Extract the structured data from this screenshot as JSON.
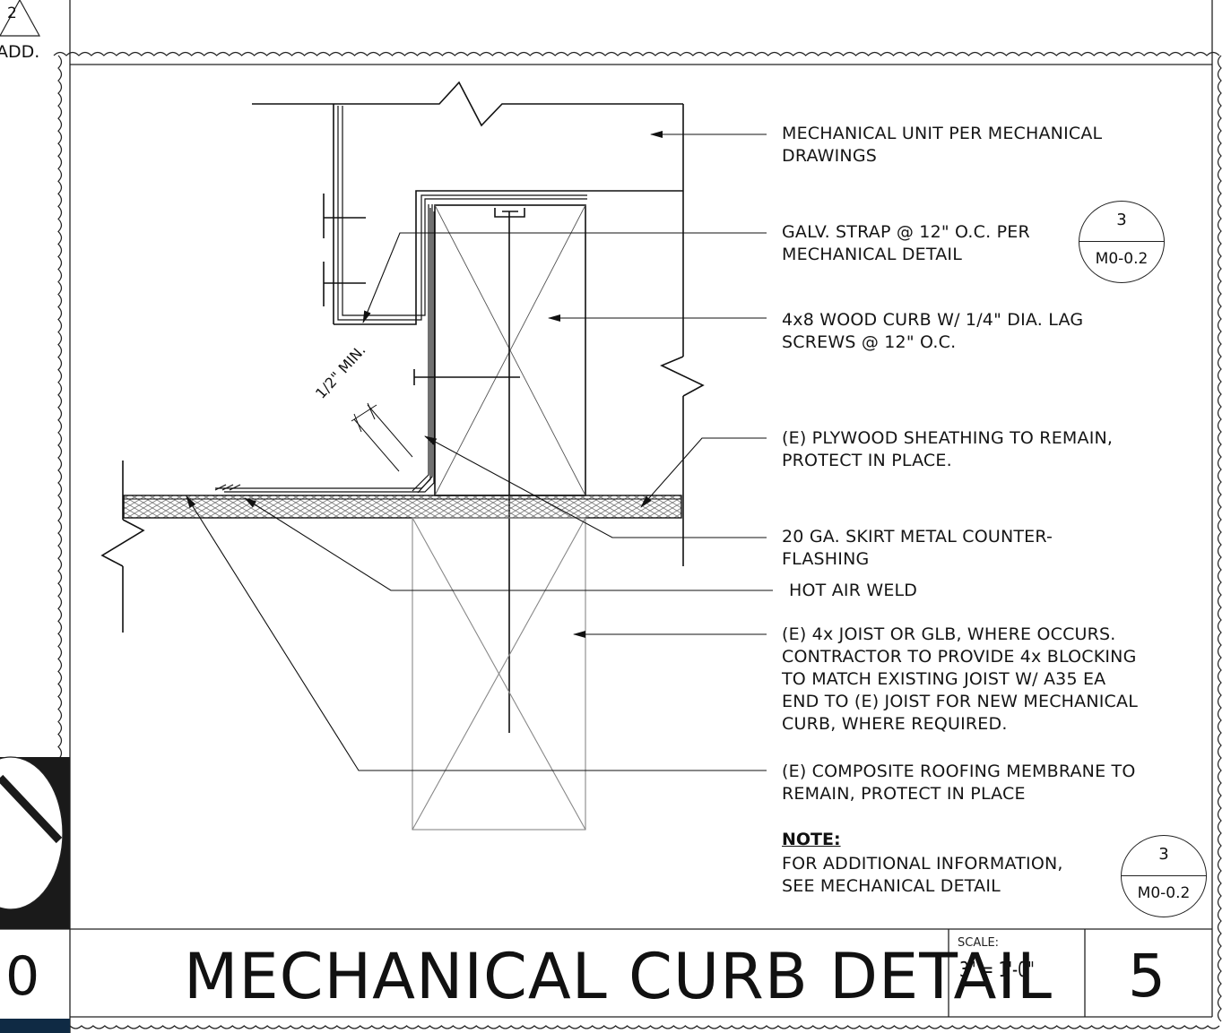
{
  "revision": {
    "number": "2",
    "label": "ADD."
  },
  "callouts": [
    {
      "id": "mech-unit",
      "text": "MECHANICAL UNIT PER MECHANICAL\nDRAWINGS"
    },
    {
      "id": "galv-strap",
      "text": "GALV. STRAP @ 12\" O.C. PER\nMECHANICAL DETAIL"
    },
    {
      "id": "wood-curb",
      "text": "4x8 WOOD CURB W/ 1/4\" DIA. LAG\nSCREWS @ 12\" O.C."
    },
    {
      "id": "plywood",
      "text": "(E) PLYWOOD SHEATHING TO REMAIN,\nPROTECT IN PLACE."
    },
    {
      "id": "counterflashing",
      "text": "20 GA. SKIRT METAL COUNTER-\nFLASHING"
    },
    {
      "id": "hot-air-weld",
      "text": "HOT AIR WELD"
    },
    {
      "id": "joist",
      "text": "(E) 4x JOIST OR GLB, WHERE OCCURS.\nCONTRACTOR TO PROVIDE 4x BLOCKING\nTO MATCH EXISTING JOIST W/ A35 EA\nEND TO (E) JOIST FOR NEW MECHANICAL\nCURB, WHERE REQUIRED."
    },
    {
      "id": "membrane",
      "text": "(E) COMPOSITE ROOFING MEMBRANE TO\nREMAIN, PROTECT IN PLACE"
    }
  ],
  "detail_refs": [
    {
      "id": "ref-strap",
      "detail": "3",
      "sheet": "M0-0.2"
    },
    {
      "id": "ref-note",
      "detail": "3",
      "sheet": "M0-0.2"
    }
  ],
  "note": {
    "heading": "NOTE:",
    "text": "FOR ADDITIONAL INFORMATION,\nSEE MECHANICAL DETAIL"
  },
  "dimension": "1/2\" MIN.",
  "title_block": {
    "title": "MECHANICAL CURB DETAIL",
    "scale_label": "SCALE:",
    "scale": "3\" = 1'-0\"",
    "detail_number": "5",
    "sheet_fragment": "0"
  }
}
